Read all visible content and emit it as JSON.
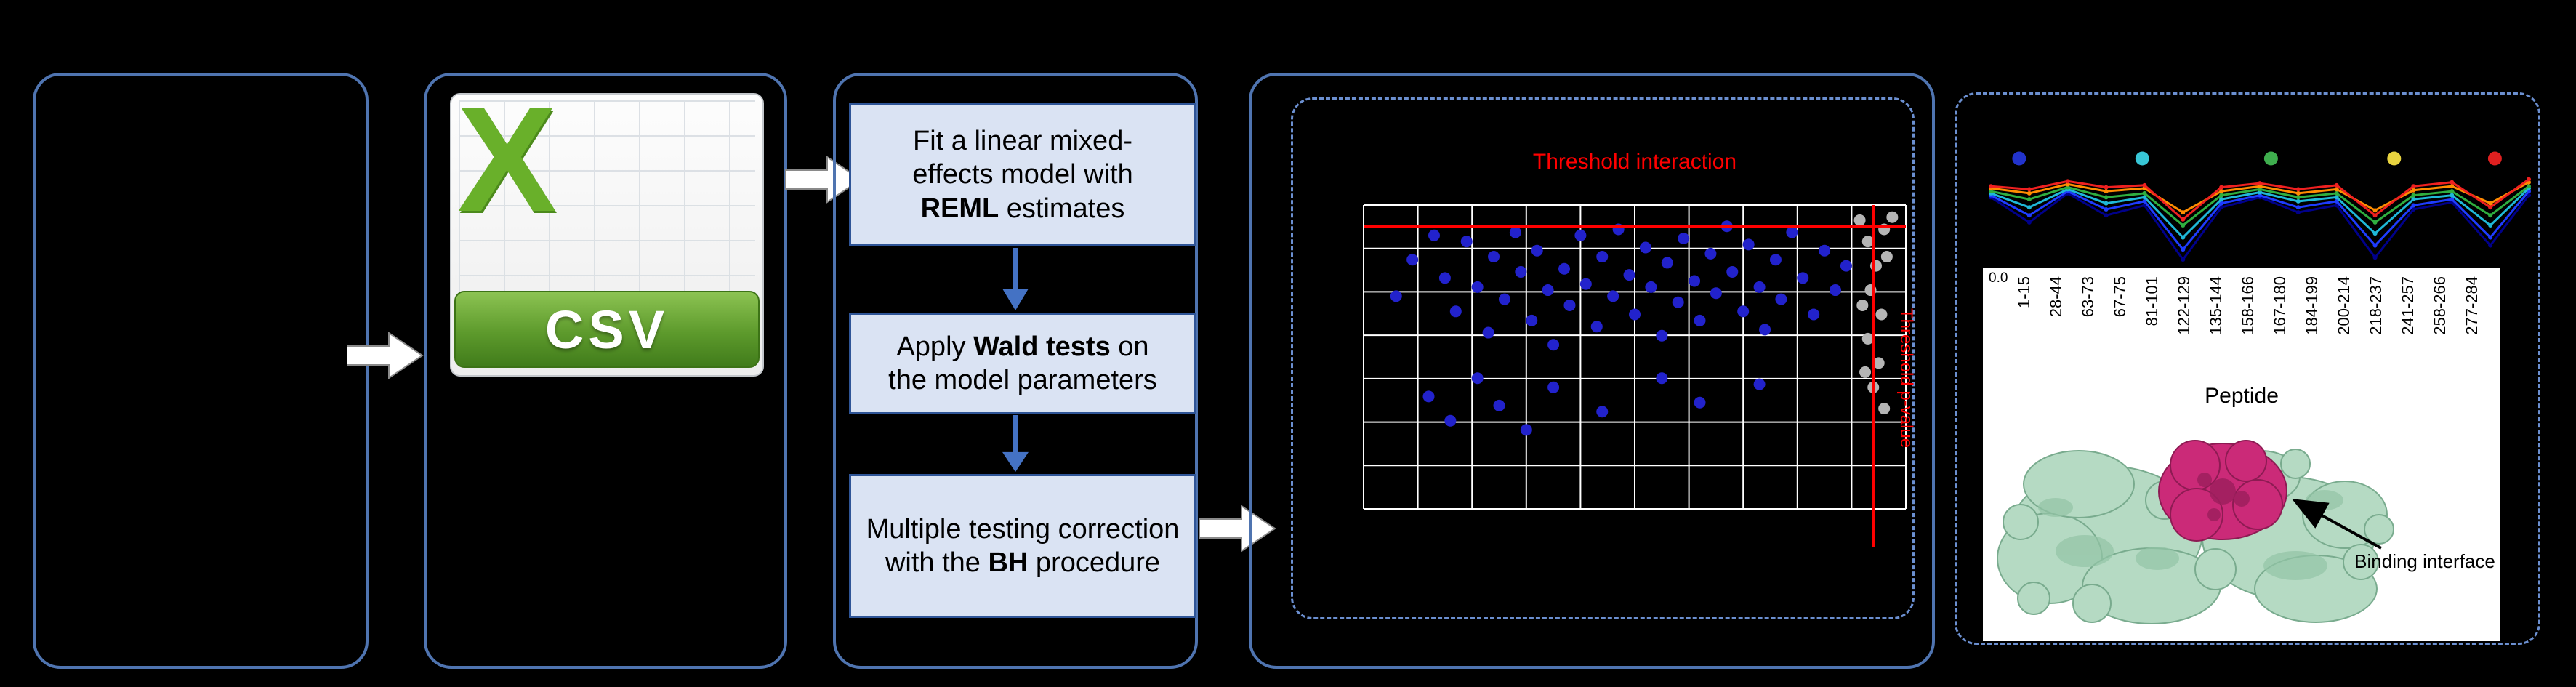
{
  "colors": {
    "panel_border": "#4f74b0",
    "dashed_border": "#6b8fd0",
    "flow_box_bg": "#dae3f3",
    "flow_box_border": "#2f5597",
    "flow_arrow": "#4472c4",
    "threshold_red": "#ff0000",
    "grid_white": "#ffffff",
    "csv_green": "#5d9a2c"
  },
  "csv_icon": {
    "x_label": "X",
    "banner_label": "CSV"
  },
  "flow_boxes": [
    {
      "segments": [
        {
          "t": "Fit a linear mixed-\neffects model with\n"
        },
        {
          "t": "REML",
          "b": true
        },
        {
          "t": " estimates"
        }
      ]
    },
    {
      "segments": [
        {
          "t": "Apply "
        },
        {
          "t": "Wald tests",
          "b": true
        },
        {
          "t": " on\nthe model parameters"
        }
      ]
    },
    {
      "segments": [
        {
          "t": "Multiple testing correction\nwith the "
        },
        {
          "t": "BH",
          "b": true
        },
        {
          "t": " procedure"
        }
      ]
    }
  ],
  "chart_data": [
    {
      "type": "scatter",
      "title": "Threshold interaction",
      "side_label": "Threshold p-value",
      "grid": {
        "cols": 10,
        "rows": 7
      },
      "threshold_hline_y": 0.07,
      "threshold_vline_x": 0.94,
      "point_color_significant": "#2222cc",
      "point_color_nonsignificant": "#b5b5b5",
      "blue_points": [
        [
          0.06,
          0.3
        ],
        [
          0.09,
          0.18
        ],
        [
          0.13,
          0.1
        ],
        [
          0.15,
          0.24
        ],
        [
          0.17,
          0.35
        ],
        [
          0.19,
          0.12
        ],
        [
          0.21,
          0.27
        ],
        [
          0.23,
          0.42
        ],
        [
          0.24,
          0.17
        ],
        [
          0.26,
          0.31
        ],
        [
          0.28,
          0.09
        ],
        [
          0.29,
          0.22
        ],
        [
          0.31,
          0.38
        ],
        [
          0.32,
          0.15
        ],
        [
          0.34,
          0.28
        ],
        [
          0.35,
          0.46
        ],
        [
          0.37,
          0.21
        ],
        [
          0.38,
          0.33
        ],
        [
          0.4,
          0.1
        ],
        [
          0.41,
          0.26
        ],
        [
          0.43,
          0.4
        ],
        [
          0.44,
          0.17
        ],
        [
          0.46,
          0.3
        ],
        [
          0.47,
          0.08
        ],
        [
          0.49,
          0.23
        ],
        [
          0.5,
          0.36
        ],
        [
          0.52,
          0.14
        ],
        [
          0.53,
          0.27
        ],
        [
          0.55,
          0.43
        ],
        [
          0.56,
          0.19
        ],
        [
          0.58,
          0.32
        ],
        [
          0.59,
          0.11
        ],
        [
          0.61,
          0.25
        ],
        [
          0.62,
          0.38
        ],
        [
          0.64,
          0.16
        ],
        [
          0.65,
          0.29
        ],
        [
          0.67,
          0.07
        ],
        [
          0.68,
          0.22
        ],
        [
          0.7,
          0.35
        ],
        [
          0.71,
          0.13
        ],
        [
          0.73,
          0.27
        ],
        [
          0.74,
          0.41
        ],
        [
          0.76,
          0.18
        ],
        [
          0.77,
          0.31
        ],
        [
          0.79,
          0.09
        ],
        [
          0.81,
          0.24
        ],
        [
          0.83,
          0.36
        ],
        [
          0.85,
          0.15
        ],
        [
          0.87,
          0.28
        ],
        [
          0.89,
          0.2
        ],
        [
          0.12,
          0.63
        ],
        [
          0.16,
          0.71
        ],
        [
          0.21,
          0.57
        ],
        [
          0.25,
          0.66
        ],
        [
          0.3,
          0.74
        ],
        [
          0.35,
          0.6
        ],
        [
          0.44,
          0.68
        ],
        [
          0.55,
          0.57
        ],
        [
          0.62,
          0.65
        ],
        [
          0.73,
          0.59
        ]
      ],
      "gray_points": [
        [
          0.915,
          0.05
        ],
        [
          0.93,
          0.12
        ],
        [
          0.945,
          0.2
        ],
        [
          0.96,
          0.08
        ],
        [
          0.935,
          0.28
        ],
        [
          0.955,
          0.36
        ],
        [
          0.93,
          0.44
        ],
        [
          0.95,
          0.52
        ],
        [
          0.94,
          0.6
        ],
        [
          0.96,
          0.67
        ],
        [
          0.92,
          0.33
        ],
        [
          0.965,
          0.17
        ],
        [
          0.925,
          0.55
        ],
        [
          0.975,
          0.04
        ]
      ]
    },
    {
      "type": "line",
      "xlabel": "Peptide",
      "y_tick": "0.0",
      "x_labels": [
        "1-15",
        "28-44",
        "63-73",
        "67-75",
        "81-101",
        "122-129",
        "135-144",
        "158-166",
        "167-180",
        "184-199",
        "200-214",
        "218-237",
        "241-257",
        "258-266",
        "277-284"
      ],
      "dot_colors": [
        "#2233cc",
        "#38c6d6",
        "#3fae4e",
        "#e8d33f",
        "#e02020"
      ],
      "series": [
        {
          "color": "#00008b",
          "values": [
            0.7,
            0.45,
            0.74,
            0.52,
            0.62,
            0.08,
            0.6,
            0.7,
            0.55,
            0.62,
            0.1,
            0.58,
            0.65,
            0.22,
            0.72
          ]
        },
        {
          "color": "#1e3cff",
          "values": [
            0.72,
            0.52,
            0.76,
            0.58,
            0.66,
            0.18,
            0.64,
            0.72,
            0.6,
            0.66,
            0.22,
            0.62,
            0.68,
            0.3,
            0.76
          ]
        },
        {
          "color": "#1fb8d8",
          "values": [
            0.74,
            0.6,
            0.78,
            0.64,
            0.7,
            0.3,
            0.68,
            0.75,
            0.66,
            0.7,
            0.34,
            0.68,
            0.72,
            0.42,
            0.79
          ]
        },
        {
          "color": "#2fae3f",
          "values": [
            0.76,
            0.68,
            0.8,
            0.7,
            0.74,
            0.42,
            0.72,
            0.78,
            0.7,
            0.74,
            0.45,
            0.72,
            0.76,
            0.52,
            0.81
          ]
        },
        {
          "color": "#ff8c00",
          "values": [
            0.79,
            0.74,
            0.83,
            0.76,
            0.79,
            0.55,
            0.76,
            0.81,
            0.74,
            0.78,
            0.57,
            0.77,
            0.81,
            0.64,
            0.85
          ]
        },
        {
          "color": "#f02020",
          "values": [
            0.81,
            0.78,
            0.86,
            0.8,
            0.82,
            0.48,
            0.8,
            0.84,
            0.78,
            0.82,
            0.52,
            0.81,
            0.85,
            0.6,
            0.88
          ]
        }
      ]
    }
  ],
  "protein": {
    "annotation": "Binding interface"
  }
}
